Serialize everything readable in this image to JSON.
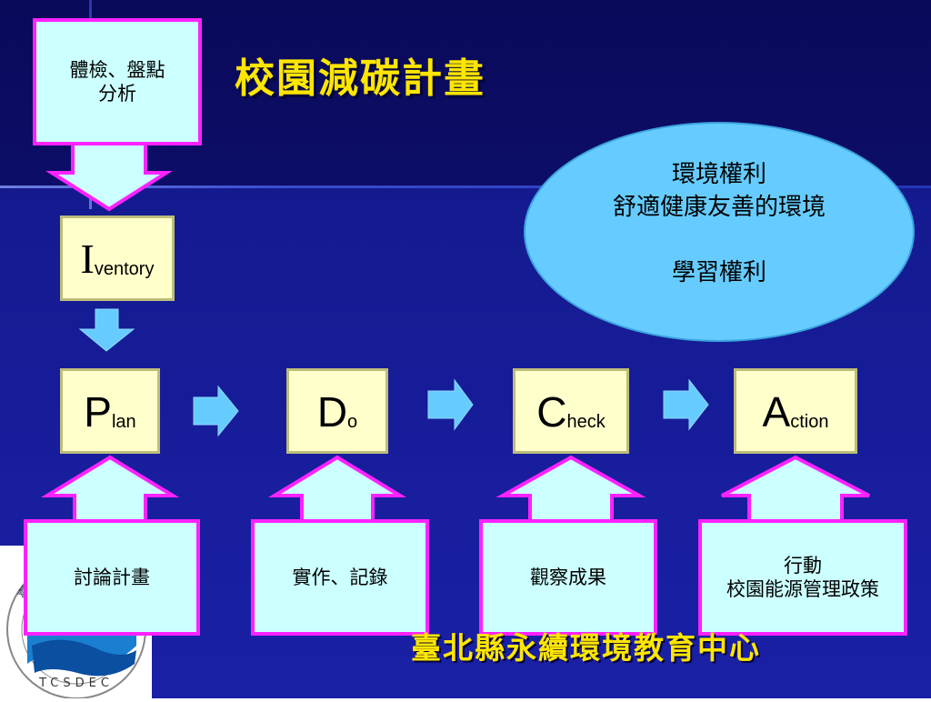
{
  "title": "校園減碳計畫",
  "footer": "臺北縣永續環境教育中心",
  "colors": {
    "title_text": "#ffe600",
    "box_fill_cyan": "#ccffff",
    "box_border_magenta": "#ff22ff",
    "box_fill_yellow": "#ffffcc",
    "arrow_blue": "#66ccff",
    "ellipse_fill": "#66ccff"
  },
  "top_box": {
    "line1": "體檢、盤點",
    "line2": "分析"
  },
  "inventory": {
    "letter": "I",
    "rest": "ventory"
  },
  "pdca": [
    {
      "letter": "P",
      "rest": "lan"
    },
    {
      "letter": "D",
      "rest": "o"
    },
    {
      "letter": "C",
      "rest": "heck"
    },
    {
      "letter": "A",
      "rest": "ction"
    }
  ],
  "bottom_boxes": [
    {
      "line1": "討論計畫",
      "line2": ""
    },
    {
      "line1": "實作、記錄",
      "line2": ""
    },
    {
      "line1": "觀察成果",
      "line2": ""
    },
    {
      "line1": "行動",
      "line2": "校園能源管理政策"
    }
  ],
  "ellipse": {
    "line1": "環境權利",
    "line2": "舒適健康友善的環境",
    "line3": "",
    "line4": "學習權利"
  },
  "logo": {
    "text": "TCSDEC",
    "icon": "tcsdec-logo-icon"
  }
}
